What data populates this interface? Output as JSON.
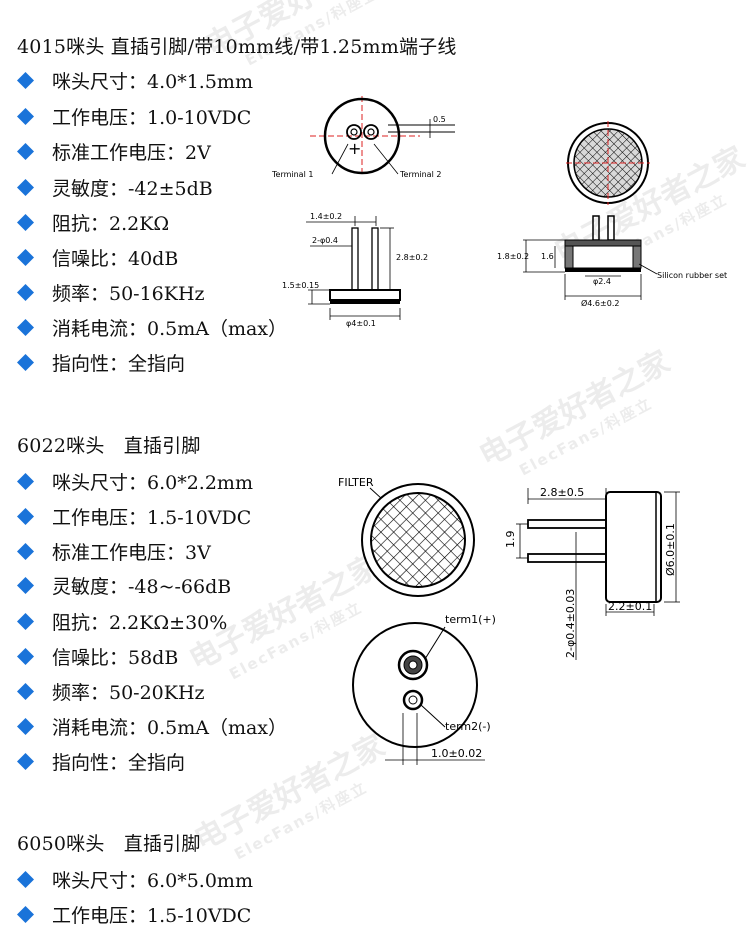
{
  "accent_color": "#1a73d9",
  "bullet_icon": "diamond-bullet-icon",
  "watermark": {
    "main": "电子爱好者之家",
    "sub": "ElecFans/科座立"
  },
  "sections": [
    {
      "title": "4015咪头 直插引脚/带10mm线/带1.25mm端子线",
      "specs": [
        "咪头尺寸：4.0*1.5mm",
        "工作电压：1.0-10VDC",
        "标准工作电压：2V",
        "灵敏度：-42±5dB",
        "阻抗：2.2KΩ",
        "信噪比：40dB",
        "频率：50-16KHz",
        "消耗电流：0.5mA（max）",
        "指向性：全指向"
      ],
      "drawing_labels": {
        "gap": "0.5",
        "terminal1": "Terminal 1",
        "terminal2": "Terminal 2",
        "pitch": "1.4±0.2",
        "pin_dia": "2-φ0.4",
        "pin_len": "2.8±0.2",
        "body_h": "1.5±0.15",
        "body_dia": "φ4±0.1",
        "side_h": "1.8±0.2",
        "inner_h": "1.6",
        "inner_dia": "φ2.4",
        "outer_dia": "Ø4.6±0.2",
        "rubber": "Silicon rubber set"
      }
    },
    {
      "title": "6022咪头　直插引脚",
      "specs": [
        "咪头尺寸：6.0*2.2mm",
        "工作电压：1.5-10VDC",
        "标准工作电压：3V",
        "灵敏度：-48~-66dB",
        "阻抗：2.2KΩ±30%",
        "信噪比：58dB",
        "频率：50-20KHz",
        "消耗电流：0.5mA（max）",
        "指向性：全指向"
      ],
      "drawing_labels": {
        "filter": "FILTER",
        "pin_len": "2.8±0.5",
        "pitch": "1.9",
        "body_dia": "Ø6.0±0.1",
        "pin_dia": "2-φ0.4±0.03",
        "body_h": "2.2±0.1",
        "term1": "term1(+)",
        "term2": "term2(-)",
        "pin_gap": "1.0±0.02"
      }
    },
    {
      "title": "6050咪头　直插引脚",
      "specs": [
        "咪头尺寸：6.0*5.0mm",
        "工作电压：1.5-10VDC"
      ]
    }
  ]
}
